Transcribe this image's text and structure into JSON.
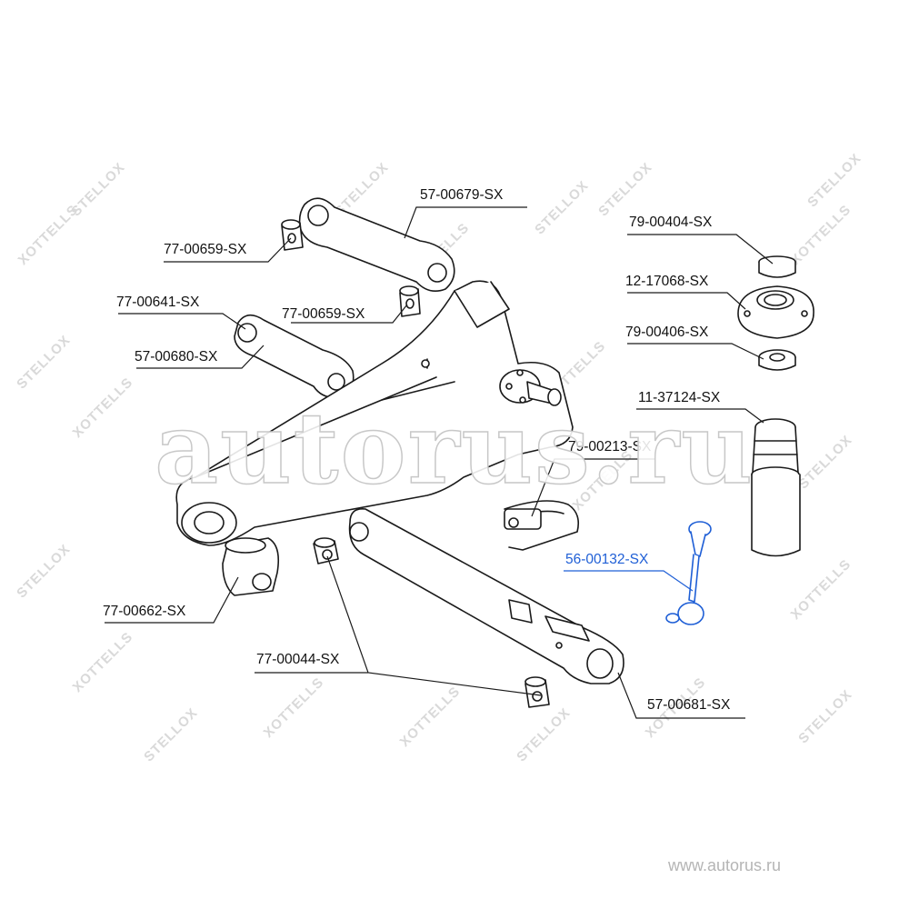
{
  "watermark": {
    "center_text": "autorus.ru",
    "footer_url": "www.autorus.ru",
    "brand_a": "STELLOX",
    "brand_b": "XOTTELLS"
  },
  "parts": [
    {
      "id": "p1",
      "number": "57-00679-SX"
    },
    {
      "id": "p2",
      "number": "77-00659-SX"
    },
    {
      "id": "p3",
      "number": "77-00641-SX"
    },
    {
      "id": "p4",
      "number": "77-00659-SX"
    },
    {
      "id": "p5",
      "number": "57-00680-SX"
    },
    {
      "id": "p6",
      "number": "79-00404-SX"
    },
    {
      "id": "p7",
      "number": "12-17068-SX"
    },
    {
      "id": "p8",
      "number": "79-00406-SX"
    },
    {
      "id": "p9",
      "number": "11-37124-SX"
    },
    {
      "id": "p10",
      "number": "79-00213-SX"
    },
    {
      "id": "p11",
      "number": "56-00132-SX",
      "highlighted": true
    },
    {
      "id": "p12",
      "number": "77-00662-SX"
    },
    {
      "id": "p13",
      "number": "77-00044-SX"
    },
    {
      "id": "p14",
      "number": "57-00681-SX"
    }
  ],
  "colors": {
    "line": "#1a1a1a",
    "highlight": "#1f5fd6",
    "watermark": "#d9d9d9"
  }
}
